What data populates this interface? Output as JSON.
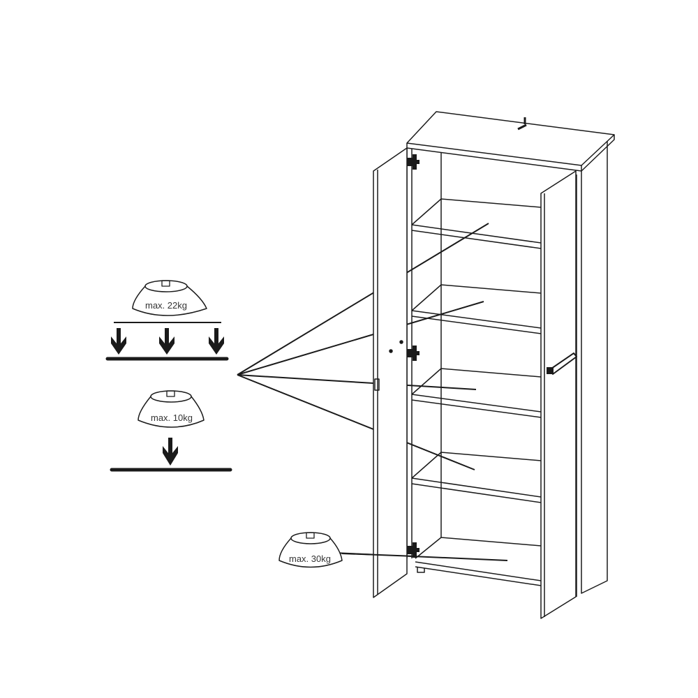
{
  "weights": [
    {
      "label": "max. 22kg",
      "load": "distributed"
    },
    {
      "label": "max. 10kg",
      "load": "point"
    },
    {
      "label": "max. 30kg",
      "load": "bottom"
    }
  ],
  "colors": {
    "line": "#1a1a1a",
    "background": "#ffffff"
  }
}
